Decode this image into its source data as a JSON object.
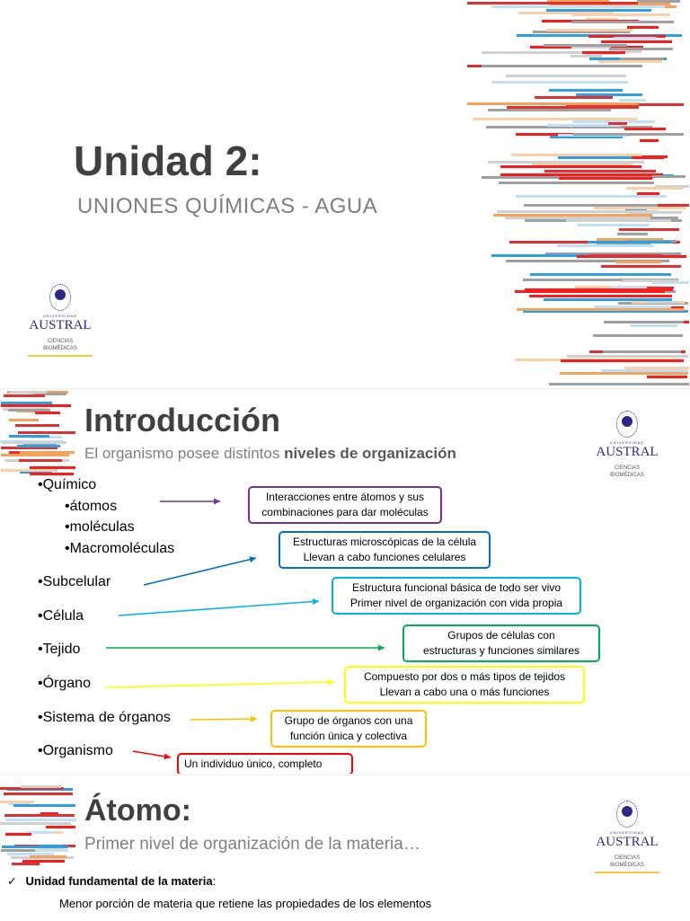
{
  "slide1": {
    "title": "Unidad 2:",
    "subtitle": "UNIONES QUÍMICAS - AGUA"
  },
  "logo": {
    "uni": "UNIVERSIDAD",
    "name": "AUSTRAL",
    "dept1": "CIENCIAS",
    "dept2": "BIOMÉDICAS"
  },
  "slide2": {
    "title": "Introducción",
    "subtitle_plain": "El organismo posee distintos ",
    "subtitle_bold": "niveles de organización",
    "items": [
      "•Químico",
      "•átomos",
      "•moléculas",
      "•Macromoléculas",
      "•Subcelular",
      "•Célula",
      "•Tejido",
      "•Órgano",
      "•Sistema de órganos",
      "•Organismo"
    ],
    "boxes": [
      {
        "l1": "Interacciones entre átomos y sus",
        "l2": "combinaciones para dar moléculas",
        "color": "#7030a0"
      },
      {
        "l1": "Estructuras microscópicas de la célula",
        "l2": "Llevan a cabo funciones celulares",
        "color": "#0070c0"
      },
      {
        "l1": "Estructura funcional básica de todo ser vivo",
        "l2": "Primer nivel de organización con vida propia",
        "color": "#00b0f0"
      },
      {
        "l1": "Grupos de células con",
        "l2": "estructuras y funciones similares",
        "color": "#00b050"
      },
      {
        "l1": "Compuesto por dos o más tipos de tejidos",
        "l2": "Llevan a cabo una o más funciones",
        "color": "#ffff00"
      },
      {
        "l1": "Grupo de órganos con una",
        "l2": "función única y colectiva",
        "color": "#ffc000"
      },
      {
        "l1": "Un individuo único, completo",
        "l2": "",
        "color": "#ff0000"
      }
    ]
  },
  "slide3": {
    "title": "Átomo:",
    "subtitle": "Primer nivel de organización de la materia…",
    "check": "✓",
    "bold": "Unidad fundamental de la materia",
    "colon": ":",
    "text": "Menor porción de materia que retiene las propiedades de los elementos"
  }
}
